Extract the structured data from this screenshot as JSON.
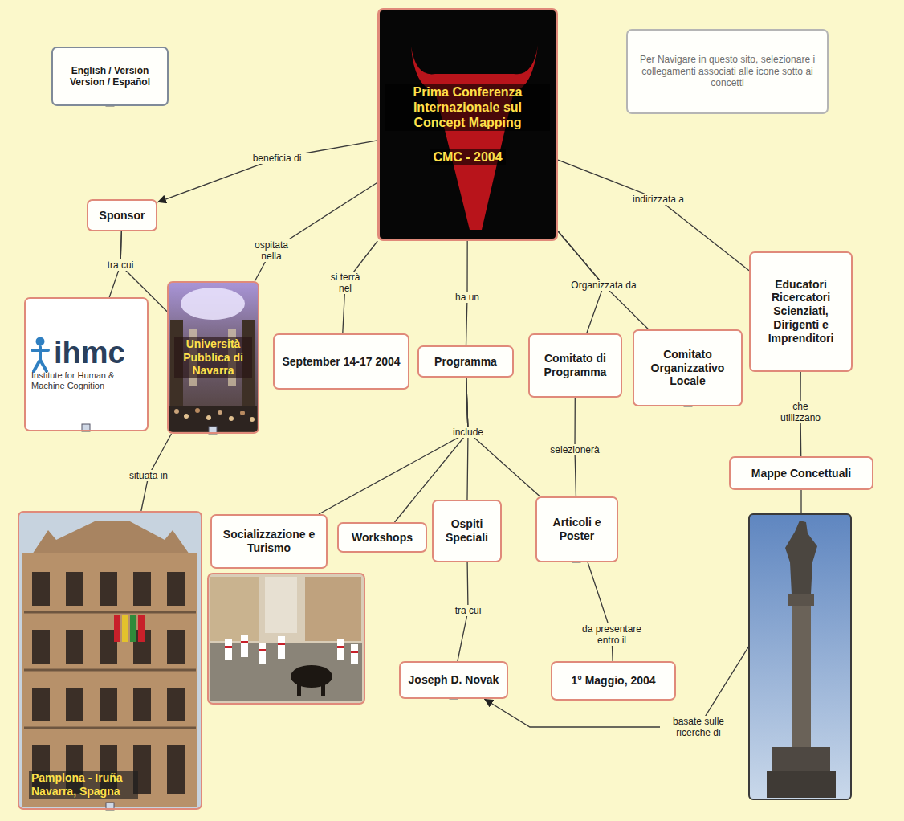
{
  "diagram": {
    "nodes": [
      {
        "text": [
          "English / Versión Version / Español"
        ]
      },
      {
        "text": [
          "Prima Conferenza Internazionale sul Concept Mapping",
          "CMC - 2004"
        ]
      },
      {
        "text": [
          "Per Navigare in questo sito, selezionare i collegamenti associati alle icone sotto ai concetti"
        ]
      },
      {
        "text": [
          "Sponsor"
        ]
      },
      {
        "text": [
          "ihmc",
          "Institute for Human & Machine Cognition"
        ]
      },
      {
        "text": [
          "Università Pubblica di Navarra"
        ]
      },
      {
        "text": [
          "September 14-17 2004"
        ]
      },
      {
        "text": [
          "Programma"
        ]
      },
      {
        "text": [
          "Comitato di Programma"
        ]
      },
      {
        "text": [
          "Comitato Organizzativo Locale"
        ]
      },
      {
        "text": [
          "Educatori Ricercatori Scienziati, Dirigenti e Imprenditori"
        ]
      },
      {
        "text": [
          "Socializzazione e Turismo"
        ]
      },
      {
        "text": [
          "Workshops"
        ]
      },
      {
        "text": [
          "Ospiti Speciali"
        ]
      },
      {
        "text": [
          "Articoli e Poster"
        ]
      },
      {
        "text": [
          "Mappe Concettuali"
        ]
      },
      {
        "text": [
          "Pamplona - Iruña Navarra, Spagna"
        ]
      },
      {
        "text": [
          "Joseph D. Novak"
        ]
      },
      {
        "text": [
          "1° Maggio, 2004"
        ]
      }
    ],
    "edges": [
      {
        "from": 1,
        "to": 3,
        "label": "beneficia di",
        "arrow": "to"
      },
      {
        "from": 1,
        "to": 5,
        "label": "ospitata nella",
        "arrow": "none"
      },
      {
        "from": 1,
        "to": 6,
        "label": "si terrà nel",
        "arrow": "none"
      },
      {
        "from": 1,
        "to": 7,
        "label": "ha un",
        "arrow": "none"
      },
      {
        "from": 1,
        "to": 8,
        "label": "Organizzata da",
        "arrow": "none"
      },
      {
        "from": 1,
        "to": 9,
        "arrow": "none"
      },
      {
        "from": 1,
        "to": 10,
        "label": "indirizzata a",
        "arrow": "none"
      },
      {
        "from": 3,
        "to": 4,
        "label": "tra cui",
        "arrow": "none"
      },
      {
        "from": 3,
        "to": 5,
        "arrow": "none"
      },
      {
        "from": 5,
        "to": 16,
        "label": "situata in",
        "arrow": "none"
      },
      {
        "from": 7,
        "to": 11,
        "label": "include",
        "arrow": "none"
      },
      {
        "from": 7,
        "to": 12,
        "arrow": "none"
      },
      {
        "from": 7,
        "to": 13,
        "arrow": "none"
      },
      {
        "from": 7,
        "to": 14,
        "arrow": "none"
      },
      {
        "from": 13,
        "to": 17,
        "label": "tra cui",
        "arrow": "none"
      },
      {
        "from": 8,
        "to": 14,
        "label": "selezionerà",
        "arrow": "none"
      },
      {
        "from": 14,
        "to": 18,
        "label": "da presentare entro il",
        "arrow": "none"
      },
      {
        "from": 10,
        "to": 15,
        "label": "che utilizzano",
        "arrow": "none"
      },
      {
        "from": 15,
        "to": 17,
        "label": "basate sulle ricerche di",
        "arrow": "to"
      }
    ]
  }
}
